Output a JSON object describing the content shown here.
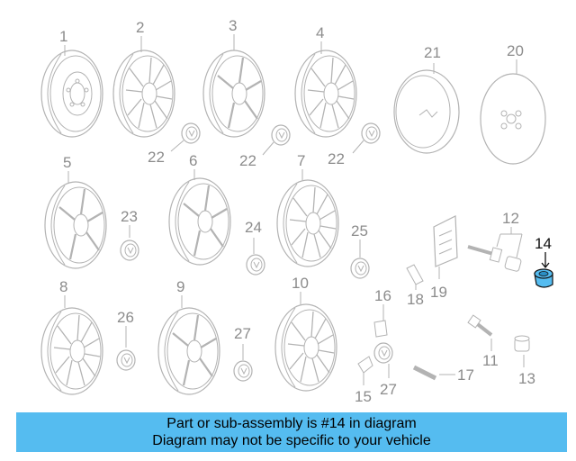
{
  "diagram": {
    "highlighted_part": "14",
    "callouts": [
      {
        "id": "c1",
        "label": "1"
      },
      {
        "id": "c2",
        "label": "2"
      },
      {
        "id": "c3",
        "label": "3"
      },
      {
        "id": "c4",
        "label": "4"
      },
      {
        "id": "c21",
        "label": "21"
      },
      {
        "id": "c20",
        "label": "20"
      },
      {
        "id": "c22a",
        "label": "22"
      },
      {
        "id": "c22b",
        "label": "22"
      },
      {
        "id": "c22c",
        "label": "22"
      },
      {
        "id": "c5",
        "label": "5"
      },
      {
        "id": "c6",
        "label": "6"
      },
      {
        "id": "c7",
        "label": "7"
      },
      {
        "id": "c23",
        "label": "23"
      },
      {
        "id": "c24",
        "label": "24"
      },
      {
        "id": "c25",
        "label": "25"
      },
      {
        "id": "c12",
        "label": "12"
      },
      {
        "id": "c14",
        "label": "14"
      },
      {
        "id": "c18",
        "label": "18"
      },
      {
        "id": "c19",
        "label": "19"
      },
      {
        "id": "c8",
        "label": "8"
      },
      {
        "id": "c9",
        "label": "9"
      },
      {
        "id": "c10",
        "label": "10"
      },
      {
        "id": "c16",
        "label": "16"
      },
      {
        "id": "c26",
        "label": "26"
      },
      {
        "id": "c27a",
        "label": "27"
      },
      {
        "id": "c27b",
        "label": "27"
      },
      {
        "id": "c15",
        "label": "15"
      },
      {
        "id": "c11",
        "label": "11"
      },
      {
        "id": "c13",
        "label": "13"
      },
      {
        "id": "c17",
        "label": "17"
      }
    ]
  },
  "banner": {
    "line1": "Part or sub-assembly is #14 in diagram",
    "line2": "Diagram may not be specific to your vehicle"
  },
  "colors": {
    "line": "#b3b3b3",
    "highlight_fill": "#55bcf0",
    "banner_bg": "#55bcf0"
  }
}
